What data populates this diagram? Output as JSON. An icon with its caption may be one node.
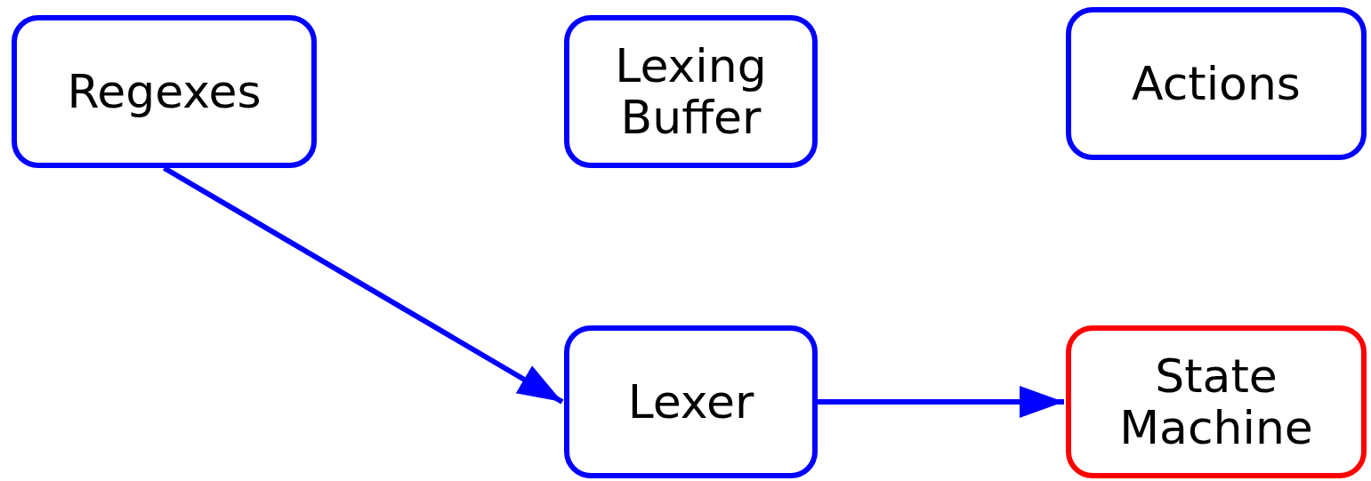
{
  "diagram": {
    "nodes": [
      {
        "text": [
          "Regexes"
        ]
      },
      {
        "text": [
          "Lexing Buffer"
        ]
      },
      {
        "text": [
          "Actions"
        ]
      },
      {
        "text": [
          "Lexer"
        ]
      },
      {
        "text": [
          "State Machine"
        ]
      }
    ],
    "edges": [
      {
        "from": 0,
        "to": 3,
        "arrow": "to"
      },
      {
        "from": 3,
        "to": 4,
        "arrow": "to"
      }
    ]
  }
}
